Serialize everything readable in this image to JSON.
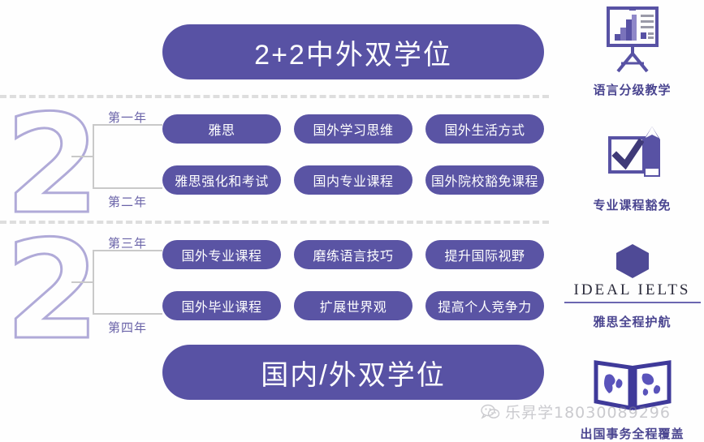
{
  "banners": {
    "top": "2+2中外双学位",
    "bottom": "国内/外双学位"
  },
  "big_numerals": {
    "group1": "2",
    "group2": "2"
  },
  "year_labels": {
    "y1": "第一年",
    "y2": "第二年",
    "y3": "第三年",
    "y4": "第四年"
  },
  "rows": [
    {
      "year": "第一年",
      "cells": [
        "雅思",
        "国外学习思维",
        "国外生活方式"
      ]
    },
    {
      "year": "第二年",
      "cells": [
        "雅思强化和考试",
        "国内专业课程",
        "国外院校豁免课程"
      ]
    },
    {
      "year": "第三年",
      "cells": [
        "国外专业课程",
        "磨练语言技巧",
        "提升国际视野"
      ]
    },
    {
      "year": "第四年",
      "cells": [
        "国外毕业课程",
        "扩展世界观",
        "提高个人竞争力"
      ]
    }
  ],
  "features": [
    {
      "icon": "presentation-chart-icon",
      "caption": "语言分级教学"
    },
    {
      "icon": "checkbox-pencil-icon",
      "caption": "专业课程豁免"
    },
    {
      "icon": "ideal-ielts-logo",
      "caption": "雅思全程护航",
      "wordmark": "IDEAL IELTS"
    },
    {
      "icon": "open-book-globe-icon",
      "caption": "出国事务全程覆盖"
    }
  ],
  "watermark": {
    "icon": "wechat-icon",
    "text": "乐昇学18030089296"
  },
  "colors": {
    "purple": "#5852a4",
    "pill_purple": "#5a54a4",
    "outline_purple": "#b0aad8",
    "caption_purple": "#4a4590",
    "line_gray": "#c9c9c9",
    "dash_gray": "#dedede",
    "background": "#fefefe"
  }
}
